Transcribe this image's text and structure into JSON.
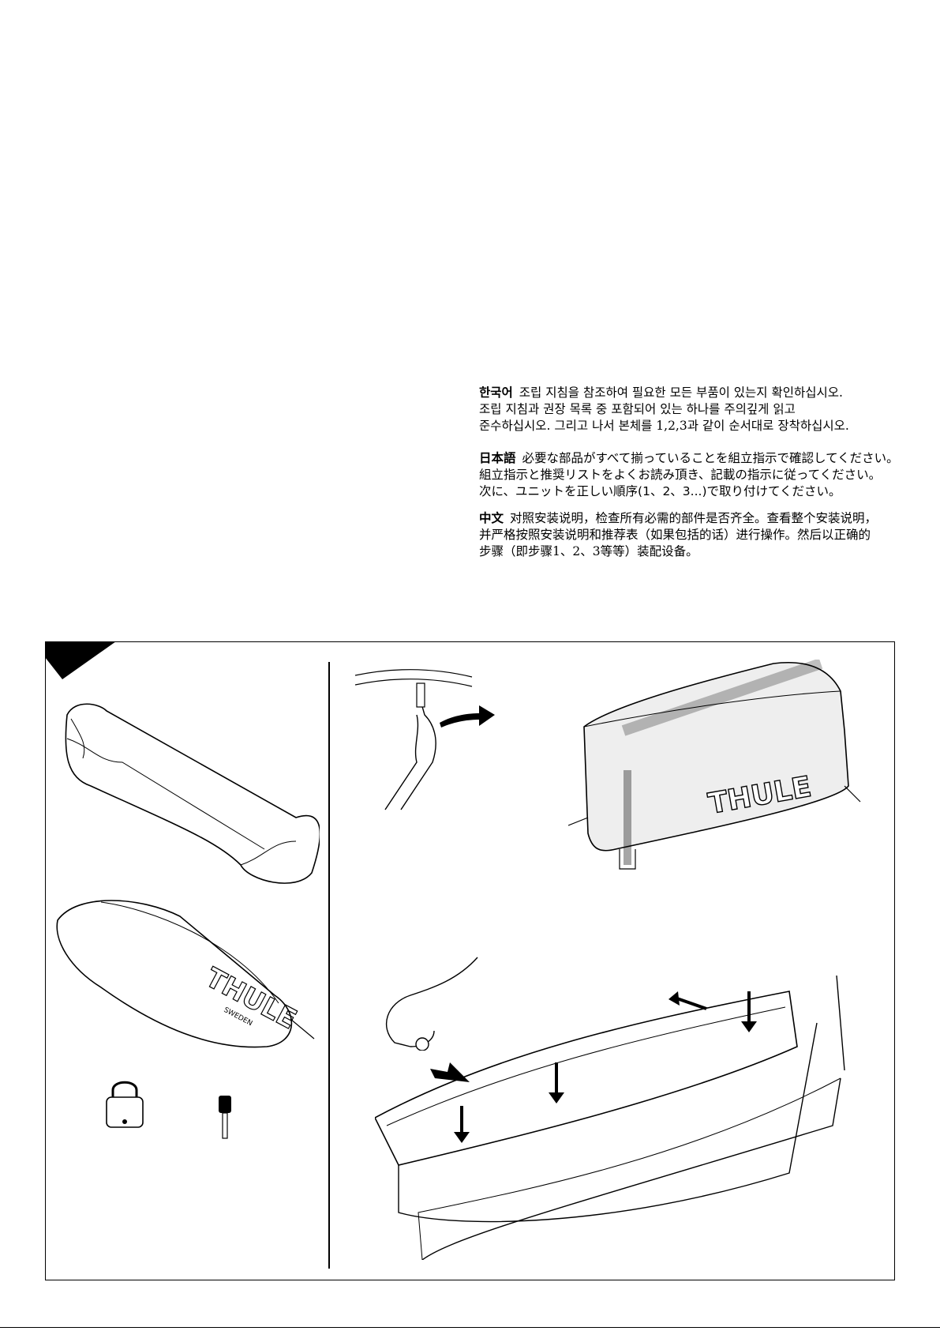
{
  "instructions": {
    "korean": {
      "lang": "한국어",
      "lines": [
        "조립 지침을 참조하여 필요한 모든 부품이 있는지 확인하십시오.",
        "조립 지침과 권장 목록 중 포함되어 있는 하나를 주의깊게 읽고",
        "준수하십시오. 그리고 나서 본체를 1,2,3과 같이 순서대로 장착하십시오."
      ]
    },
    "japanese": {
      "lang": "日本語",
      "lines": [
        "必要な部品がすべて揃っていることを組立指示で確認してください。",
        "組立指示と推奨リストをよくお読み頂き、記載の指示に従ってください。",
        "次に、ユニットを正しい順序(1、2、3...)で取り付けてください。"
      ]
    },
    "chinese": {
      "lang": "中文",
      "lines": [
        "对照安装说明，检查所有必需的部件是否齐全。查看整个安装说明，",
        "并严格按照安装说明和推荐表（如果包括的话）进行操作。然后以正确的",
        "步骤（即步骤1、2、3等等）装配设备。"
      ]
    }
  },
  "illustration": {
    "brand_label": "THULE",
    "sub_label": "SWEDEN"
  },
  "colors": {
    "ink": "#000000",
    "paper": "#ffffff",
    "shade": "#d9d9d9"
  },
  "icons": [
    "padlock-icon",
    "key-icon",
    "arrow-icon"
  ]
}
